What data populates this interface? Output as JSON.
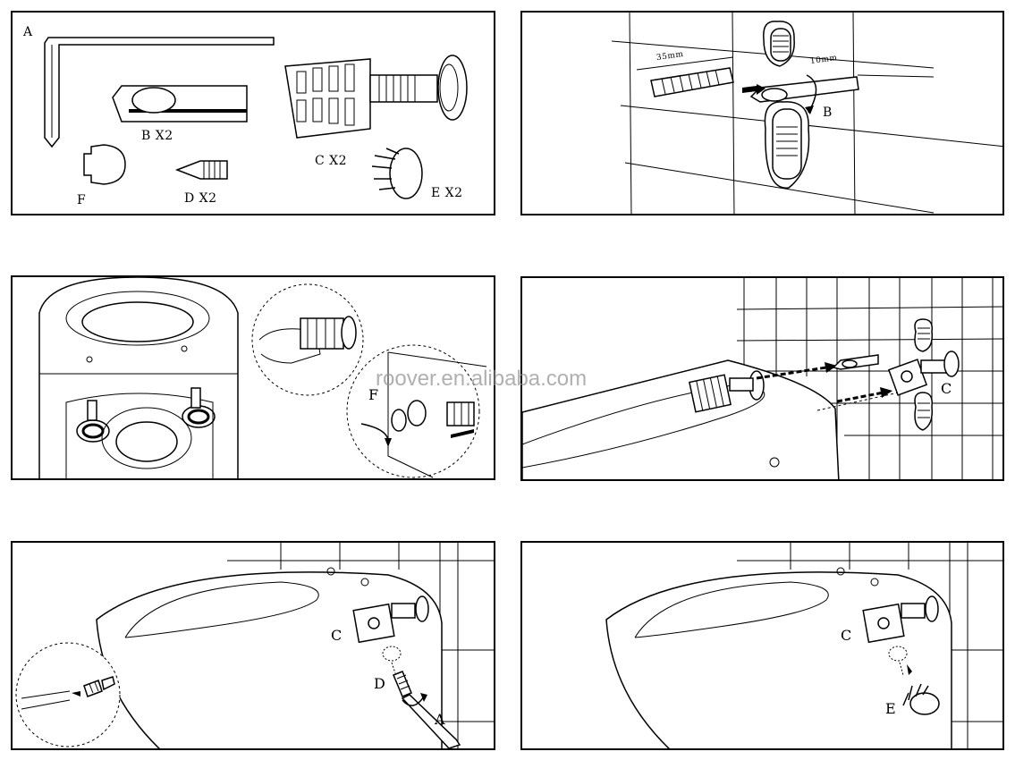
{
  "panels": {
    "p1": {
      "labels": {
        "a": "A",
        "b": "B X2",
        "c": "C X2",
        "d": "D X2",
        "e": "E X2",
        "f": "F"
      }
    },
    "p2": {
      "dim_35": "35mm",
      "dim_10": "10mm",
      "label_b": "B"
    },
    "p3": {
      "label_f": "F"
    },
    "p4": {
      "label_c": "C"
    },
    "p5": {
      "label_c": "C",
      "label_d": "D",
      "label_a": "A"
    },
    "p6": {
      "label_c": "C",
      "label_e": "E"
    }
  },
  "watermark": "roover.en.alibaba.com",
  "colors": {
    "line": "#000000",
    "background": "#ffffff",
    "watermark": "#969696"
  }
}
